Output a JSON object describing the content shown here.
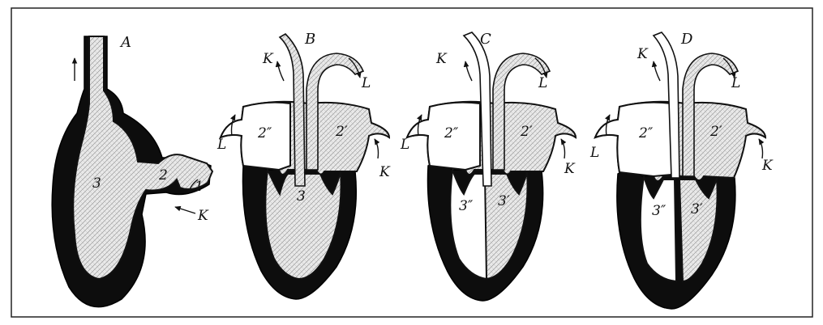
{
  "panels": [
    {
      "id": "A",
      "letter": "A",
      "chamber_labels": [
        "3",
        "2",
        "1"
      ],
      "arrow_labels": [
        "K"
      ]
    },
    {
      "id": "B",
      "letter": "B",
      "chamber_labels": [
        "2″",
        "2′",
        "3"
      ],
      "arrow_labels": [
        "K",
        "L",
        "L",
        "K"
      ]
    },
    {
      "id": "C",
      "letter": "C",
      "chamber_labels": [
        "2″",
        "2′",
        "3″",
        "3′"
      ],
      "arrow_labels": [
        "K",
        "L",
        "L",
        "K"
      ]
    },
    {
      "id": "D",
      "letter": "D",
      "chamber_labels": [
        "2″",
        "2′",
        "3″",
        "3′"
      ],
      "arrow_labels": [
        "K",
        "L",
        "L",
        "K"
      ]
    }
  ],
  "colors": {
    "wall": "#0d0d0d",
    "cavity_fill": "#e9e9e9",
    "hatch_line": "#9a9a9a"
  }
}
